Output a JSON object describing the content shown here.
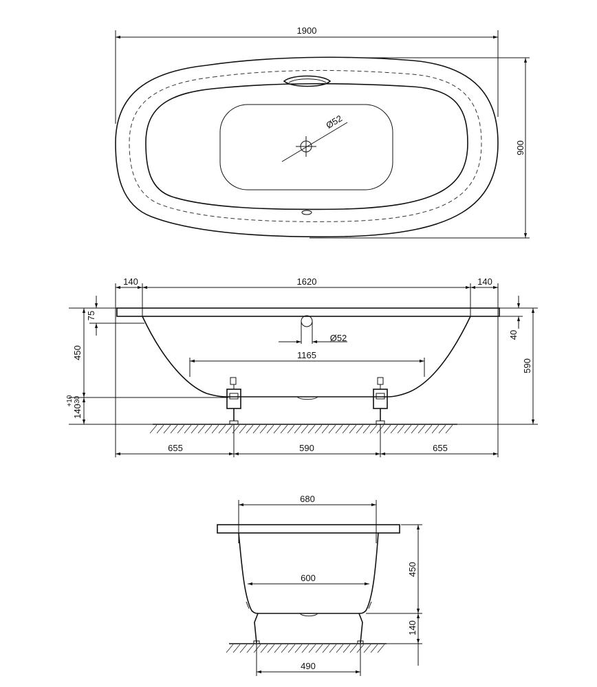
{
  "top_view": {
    "overall_length": "1900",
    "overall_width": "900",
    "drain_diameter": "Ø52"
  },
  "side_view": {
    "rim_left": "140",
    "inner_length": "1620",
    "rim_right": "140",
    "rim_height": "75",
    "depth": "450",
    "rim_drop": "40",
    "total_height": "590",
    "drain_diameter": "Ø52",
    "bottom_length": "1165",
    "feet_height": "140",
    "feet_tolerance_plus": "+10",
    "feet_tolerance_minus": "-30",
    "foot_offset_left": "655",
    "foot_spacing": "590",
    "foot_offset_right": "655"
  },
  "end_view": {
    "top_width": "680",
    "bottom_width": "600",
    "depth": "450",
    "feet_height": "140",
    "feet_spacing": "490"
  }
}
